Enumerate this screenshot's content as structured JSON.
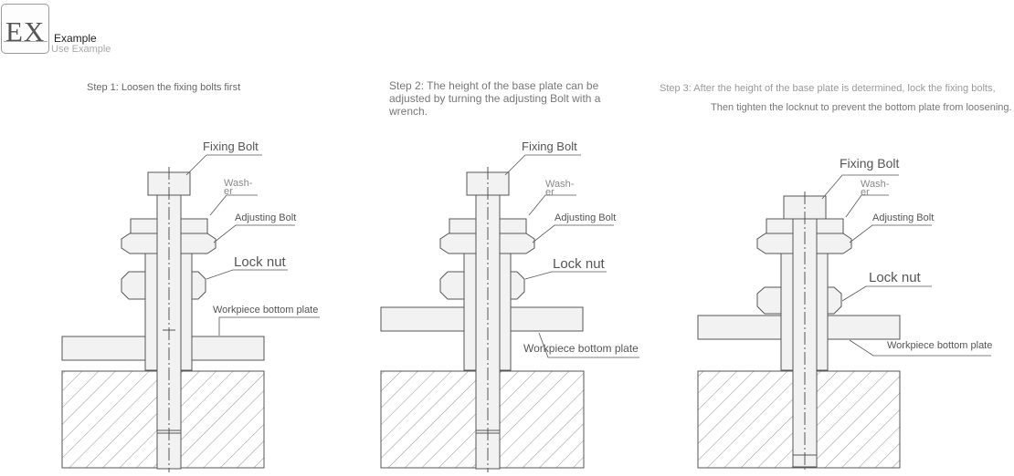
{
  "logo": {
    "mark": "EX",
    "title": "Example",
    "subtitle": "Use Example"
  },
  "steps": {
    "step1": "Step 1: Loosen the fixing bolts first",
    "step2": "Step 2: The height of the base plate can be adjusted by turning the adjusting Bolt with a wrench.",
    "step3_line1": "Step 3: After the height of the base plate is determined, lock the fixing bolts,",
    "step3_line2": "Then tighten the locknut to prevent the bottom plate from loosening."
  },
  "labels": {
    "fixing_bolt": "Fixing Bolt",
    "washer_line1": "Wash-",
    "washer_line2": "er",
    "adjusting_bolt": "Adjusting Bolt",
    "lock_nut": "Lock nut",
    "workpiece_bottom_plate": "Workpiece bottom plate"
  },
  "colors": {
    "line": "#555555",
    "part_fill": "#f2f2f2",
    "text": "#555555"
  }
}
